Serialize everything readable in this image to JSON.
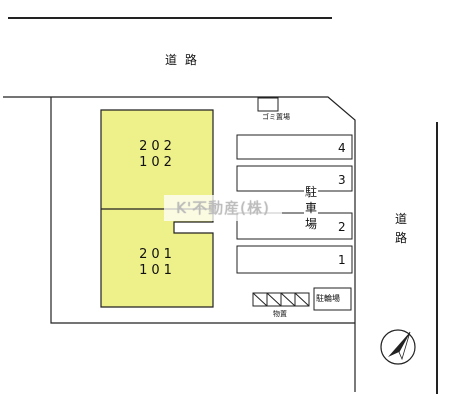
{
  "roads": {
    "top_label": "道 路",
    "right_label": "道路"
  },
  "units": {
    "upper_top": "202",
    "upper_bottom": "102",
    "lower_top": "201",
    "lower_bottom": "101"
  },
  "parking": {
    "label": "駐車場",
    "spaces": [
      "4",
      "3",
      "2",
      "1"
    ]
  },
  "garbage": {
    "label": "ゴミ置場"
  },
  "bicycle": {
    "label": "駐輪場"
  },
  "storage": {
    "label": "物置"
  },
  "watermark": {
    "text": "K'不動産(株)"
  },
  "colors": {
    "building_fill": "#eef08a",
    "line": "#222222"
  },
  "icons": {
    "compass": "north-arrow-icon"
  }
}
